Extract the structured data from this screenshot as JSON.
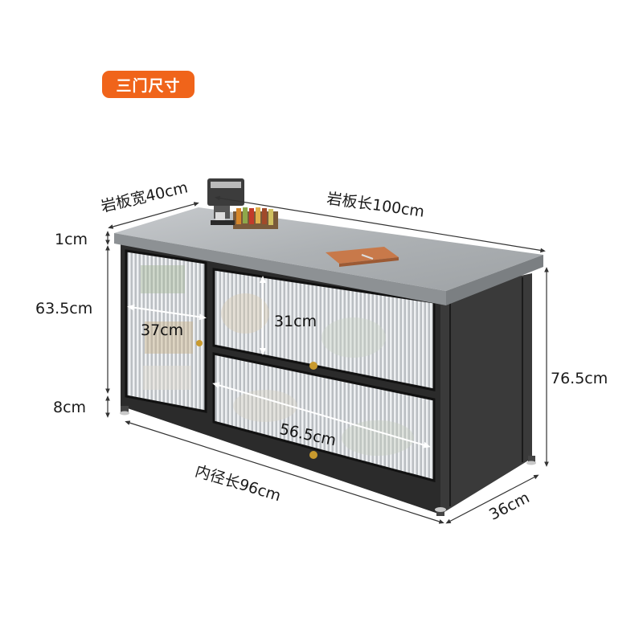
{
  "badge": {
    "label": "三门尺寸"
  },
  "dimensions": {
    "top_width": "岩板宽40cm",
    "top_length": "岩板长100cm",
    "top_thickness": "1cm",
    "body_height": "63.5cm",
    "leg_height": "8cm",
    "total_height": "76.5cm",
    "inner_length": "内径长96cm",
    "depth": "36cm",
    "left_door_width": "37cm",
    "upper_drawer_height": "31cm",
    "drawer_width": "56.5cm"
  },
  "colors": {
    "badge": "#f0641a",
    "frame": "#2a2a2a",
    "countertop": "#a9adb0",
    "cutting_board": "#c8794a"
  },
  "objects": [
    "coffee-machine-icon",
    "spice-rack-icon",
    "cutting-board-icon"
  ]
}
